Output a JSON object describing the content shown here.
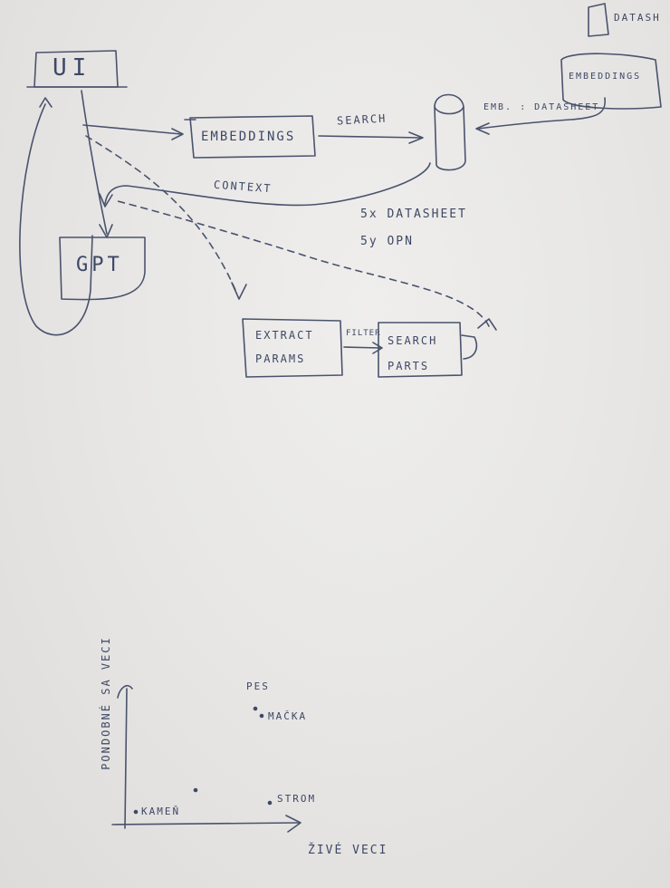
{
  "architecture": {
    "ui": "UI",
    "embeddings": "EMBEDDINGS",
    "search": "SEARCH",
    "context": "CONTEXT",
    "gpt": "GPT",
    "extract_params": [
      "EXTRACT",
      "PARAMS"
    ],
    "filter": "FILTER",
    "search_parts": [
      "SEARCH",
      "PARTS"
    ],
    "emb_datasheet": "EMB. : DATASHEET",
    "datasheet": "DATASH",
    "embeddings_top": "EMBEDDINGS",
    "notes": [
      "5x DATASHEET",
      "5y OPN"
    ]
  },
  "scatter": {
    "xlabel": "ŽIVÉ VECI",
    "ylabel": "PONDOBNÉ SA VECI",
    "points": [
      {
        "label": "PES"
      },
      {
        "label": "MAČKA"
      },
      {
        "label": "KAMEŇ"
      },
      {
        "label": "STROM"
      }
    ]
  }
}
